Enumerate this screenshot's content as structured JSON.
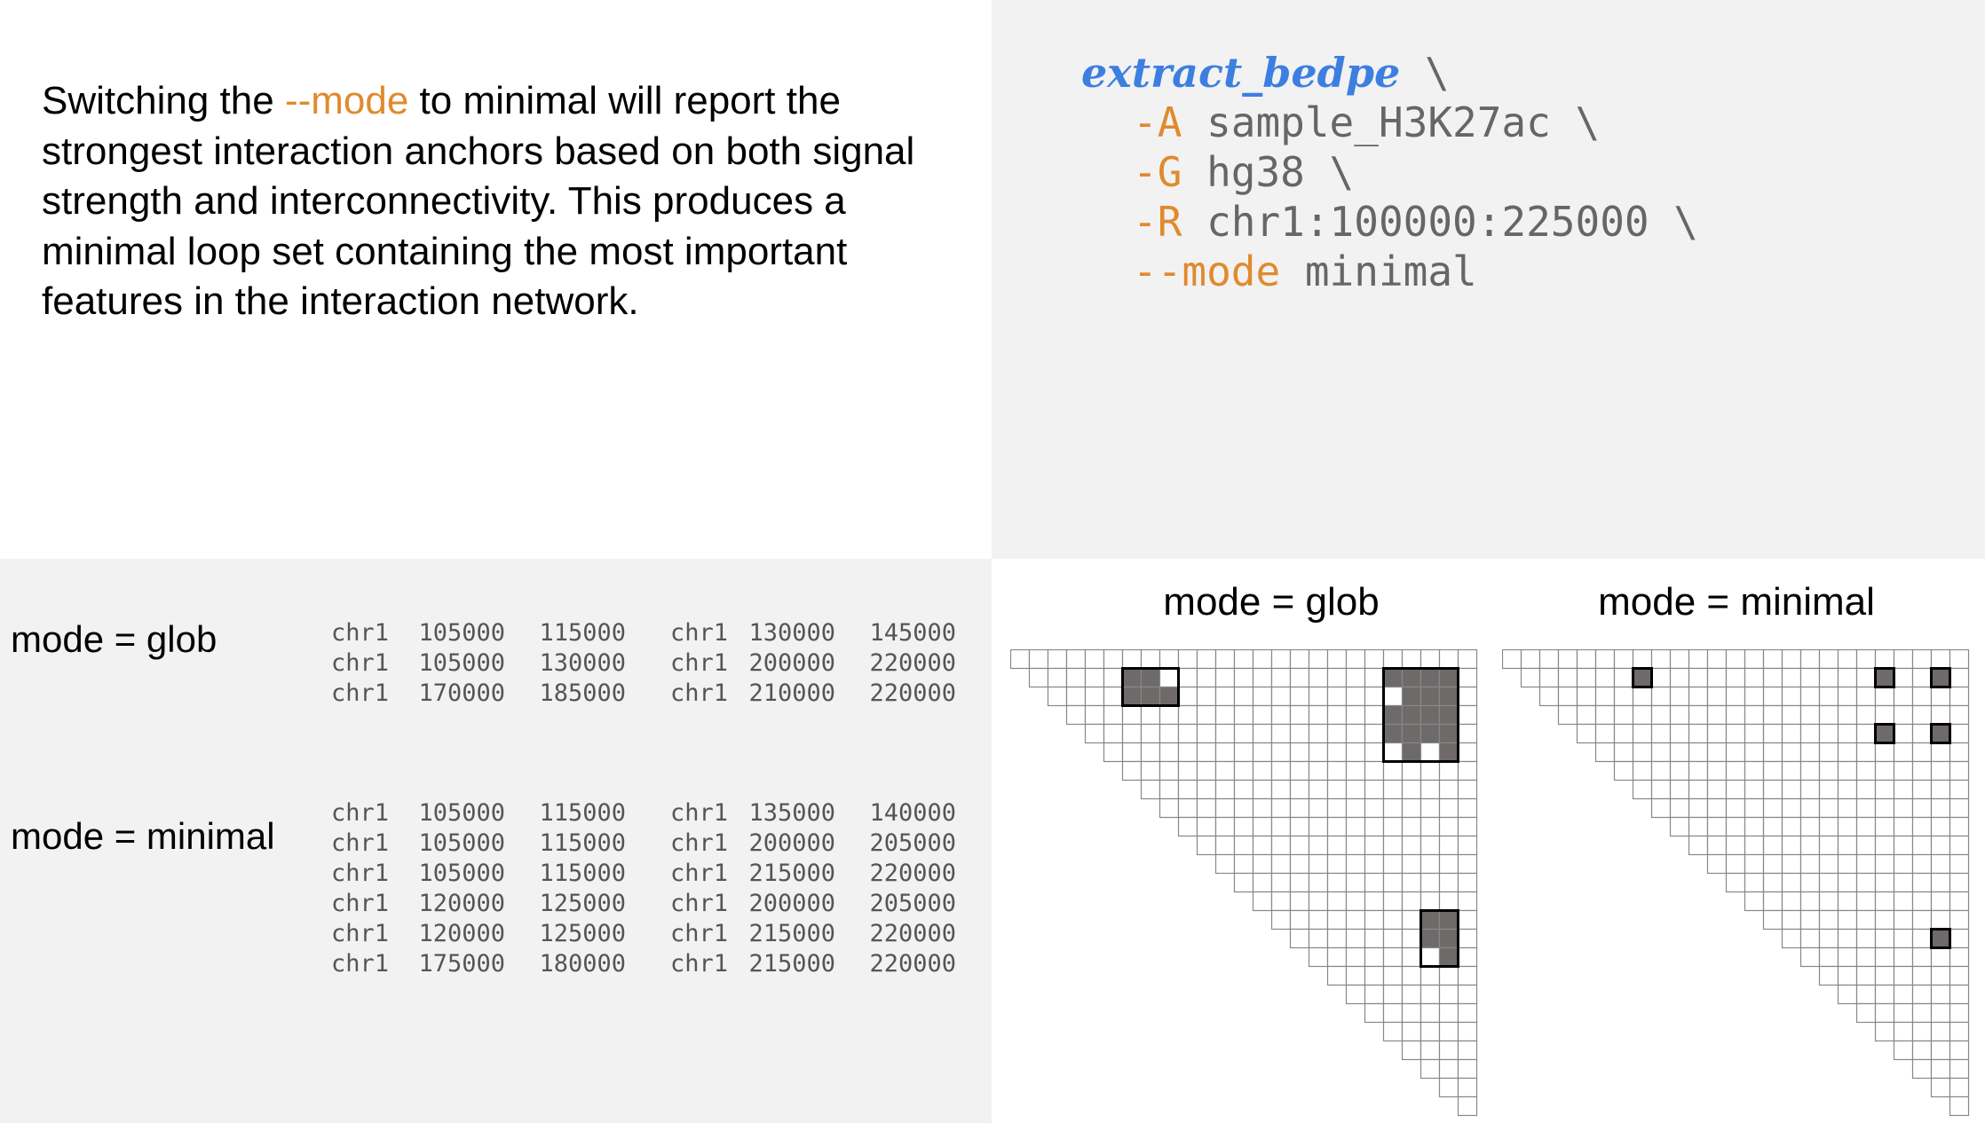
{
  "description": {
    "before": "Switching the ",
    "highlight": "--mode",
    "after": " to minimal will report the strongest interaction anchors based on both signal strength and interconnectivity. This produces a minimal loop set containing the most important features in the interaction network."
  },
  "command": {
    "name": "extract_bedpe",
    "cont": " \\",
    "args": [
      {
        "flag": "-A",
        "value": " sample_H3K27ac \\"
      },
      {
        "flag": "-G",
        "value": " hg38 \\"
      },
      {
        "flag": "-R",
        "value": " chr1:100000:225000 \\"
      },
      {
        "flag": "--mode",
        "value": " minimal"
      }
    ]
  },
  "tables": {
    "glob": {
      "label": "mode = glob",
      "rows": [
        [
          "chr1",
          "105000",
          "115000",
          "chr1",
          "130000",
          "145000"
        ],
        [
          "chr1",
          "105000",
          "130000",
          "chr1",
          "200000",
          "220000"
        ],
        [
          "chr1",
          "170000",
          "185000",
          "chr1",
          "210000",
          "220000"
        ]
      ]
    },
    "minimal": {
      "label": "mode = minimal",
      "rows": [
        [
          "chr1",
          "105000",
          "115000",
          "chr1",
          "135000",
          "140000"
        ],
        [
          "chr1",
          "105000",
          "115000",
          "chr1",
          "200000",
          "205000"
        ],
        [
          "chr1",
          "105000",
          "115000",
          "chr1",
          "215000",
          "220000"
        ],
        [
          "chr1",
          "120000",
          "125000",
          "chr1",
          "200000",
          "205000"
        ],
        [
          "chr1",
          "120000",
          "125000",
          "chr1",
          "215000",
          "220000"
        ],
        [
          "chr1",
          "175000",
          "180000",
          "chr1",
          "215000",
          "220000"
        ]
      ]
    }
  },
  "diagrams": {
    "glob_title": "mode = glob",
    "minimal_title": "mode = minimal",
    "region": [
      100000,
      225000
    ],
    "bin_size": 5000,
    "colors": {
      "cell_stroke": "#888888",
      "filled": "#6e6a6a",
      "box": "#000000",
      "empty": "#ffffff"
    },
    "glob_boxes": [
      {
        "r": [
          105000,
          115000
        ],
        "c": [
          130000,
          145000
        ],
        "holes": [
          [
            105000,
            140000
          ]
        ]
      },
      {
        "r": [
          105000,
          130000
        ],
        "c": [
          200000,
          220000
        ],
        "holes": [
          [
            110000,
            200000
          ],
          [
            125000,
            200000
          ],
          [
            125000,
            210000
          ]
        ]
      },
      {
        "r": [
          170000,
          185000
        ],
        "c": [
          210000,
          220000
        ],
        "holes": [
          [
            180000,
            210000
          ]
        ]
      }
    ],
    "minimal_cells": [
      [
        105000,
        135000
      ],
      [
        105000,
        200000
      ],
      [
        105000,
        215000
      ],
      [
        120000,
        200000
      ],
      [
        120000,
        215000
      ],
      [
        175000,
        215000
      ]
    ]
  }
}
